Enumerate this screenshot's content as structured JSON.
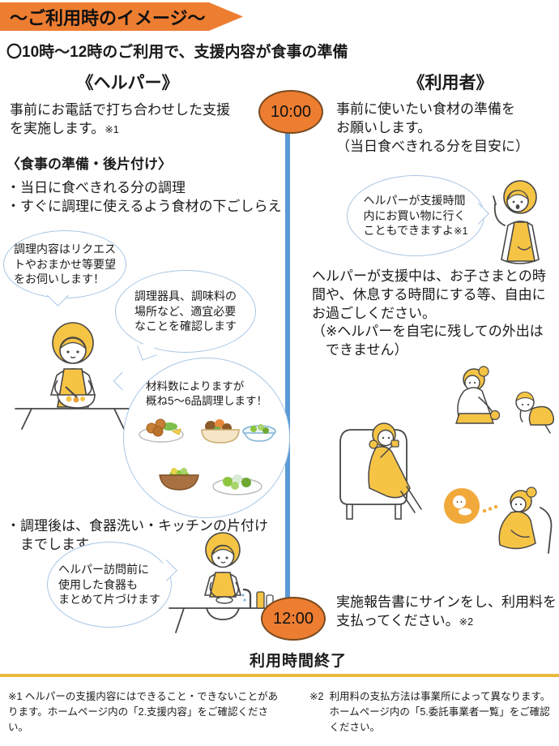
{
  "colors": {
    "accent_orange": "#ED7D31",
    "timeline_blue": "#5B9BD5",
    "bubble_border_blue": "#A9C7E5",
    "illustration_yellow": "#F6C445",
    "separator_gold": "#E9B93B"
  },
  "header": {
    "banner": "～ご利用時のイメージ～",
    "subtitle": "〇10時～12時のご利用で、支援内容が食事の準備"
  },
  "timeline": {
    "start_time": "10:00",
    "end_time": "12:00",
    "end_label": "利用時間終了"
  },
  "helper": {
    "heading": "《ヘルパー》",
    "intro": "事前にお電話で打ち合わせした支援\nを実施します。",
    "intro_note": "※1",
    "section_heading": "〈食事の準備・後片付け〉",
    "bullet1": "・当日に食べきれる分の調理",
    "bullet2": "・すぐに調理に使えるよう食材の下ごしらえ",
    "bubble_request": "調理内容はリクエス\nトやおまかせ等要望\nをお伺いします！",
    "bubble_check": "調理器具、調味料の\n場所など、適宜必要\nなことを確認します",
    "bubble_dishes": "材料数によりますが\n概ね5～6品調理します！",
    "cleanup_text": "・調理後は、食器洗い・キッチンの片付け\n　までします",
    "bubble_tidy": "ヘルパー訪問前に\n使用した食器も\nまとめて片づけます"
  },
  "user": {
    "heading": "《利用者》",
    "intro": "事前に使いたい食材の準備を\nお願いします。\n（当日食べきれる分を目安に）",
    "bubble_shopping": "ヘルパーが支援時間\n内にお買い物に行く\nこともできますよ",
    "bubble_shopping_note": "※1",
    "free_time": "ヘルパーが支援中は、お子さまとの時\n間や、休息する時間にする等、自由に\nお過ごしください。\n（※ヘルパーを自宅に残しての外出は\n　できません）",
    "payment": "実施報告書にサインをし、利用料を\n支払ってください。",
    "payment_note": "※2"
  },
  "footnotes": {
    "note1": "※1 ヘルパーの支援内容にはできること・できないことがあります。ホームページ内の「2.支援内容」をご確認ください。",
    "note2_label": "※2",
    "note2_text": "利用料の支払方法は事業所によって異なります。ホームページ内の「5.委託事業者一覧」をご確認ください。"
  }
}
